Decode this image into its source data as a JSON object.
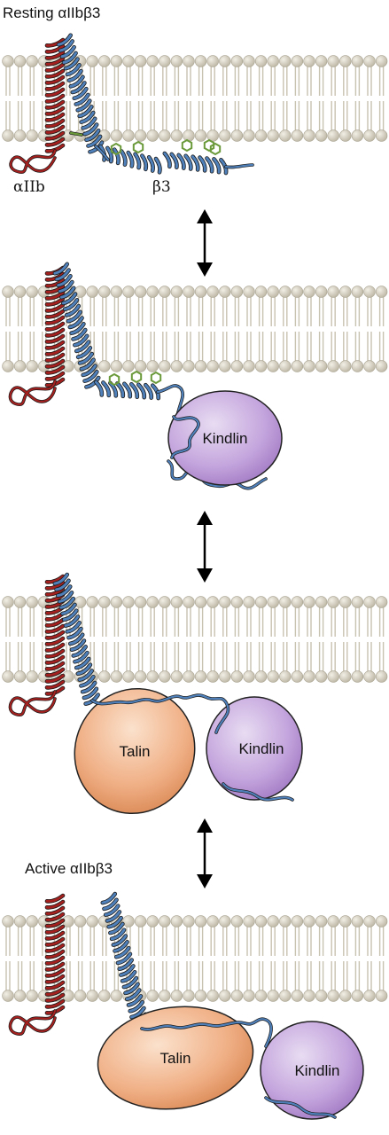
{
  "labels": {
    "resting": "Resting αIIbβ3",
    "alpha": "αIIb",
    "beta": "β3",
    "active": "Active αIIbβ3"
  },
  "proteins": {
    "kindlin": "Kindlin",
    "talin": "Talin"
  },
  "colors": {
    "membrane_head": "#d9d4c4",
    "membrane_tail": "#c8c2b0",
    "alpha_helix": "#a3211f",
    "beta_helix": "#4f80b9",
    "kindlin": "#b48fd0",
    "talin": "#e9a574",
    "aromatic_ring": "#6a9a3a"
  }
}
